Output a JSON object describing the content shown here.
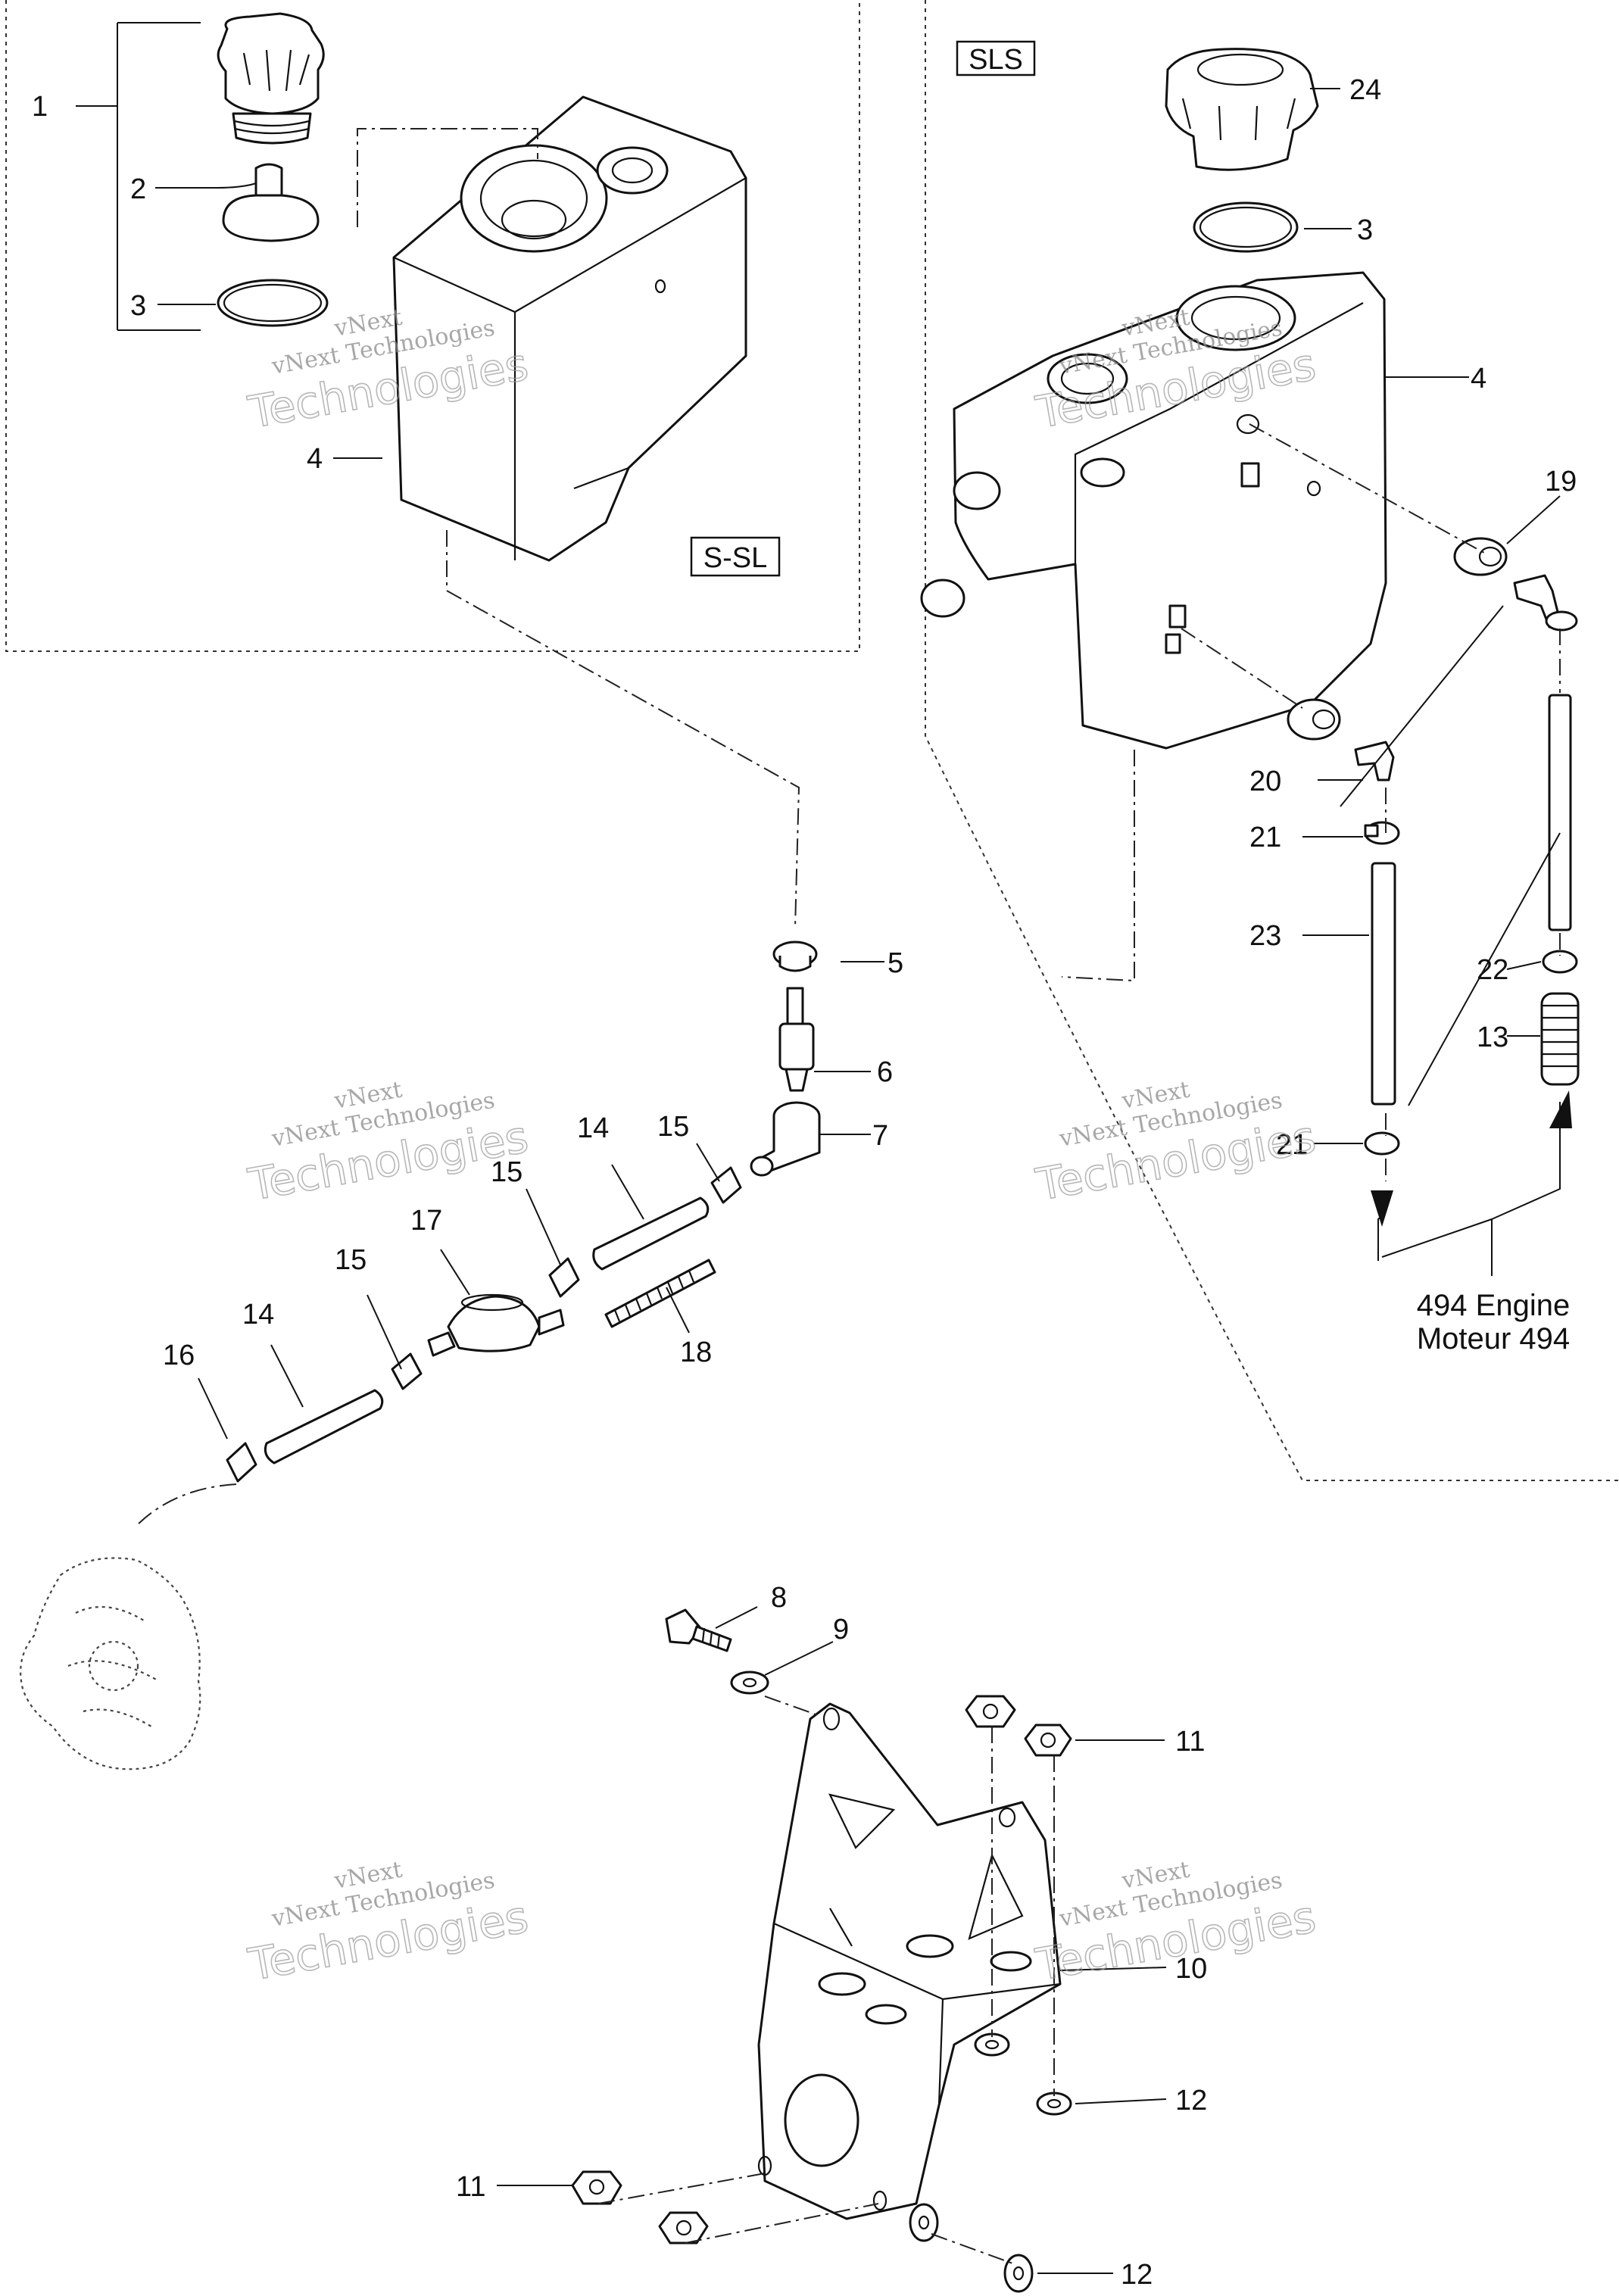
{
  "watermark": {
    "line1": "vNext Technologies",
    "line2": "Technologies",
    "line3": "vNext"
  },
  "variants": {
    "left_box": "S-SL",
    "right_box": "SLS"
  },
  "engine_label": {
    "line1": "494 Engine",
    "line2": "Moteur 494"
  },
  "callouts": {
    "c1": "1",
    "c2": "2",
    "c3a": "3",
    "c4a": "4",
    "c24": "24",
    "c3b": "3",
    "c4b": "4",
    "c19": "19",
    "c20": "20",
    "c21a": "21",
    "c23": "23",
    "c22": "22",
    "c13": "13",
    "c21b": "21",
    "c5": "5",
    "c6": "6",
    "c7": "7",
    "c15a": "15",
    "c14a": "14",
    "c15b": "15",
    "c17": "17",
    "c15c": "15",
    "c14b": "14",
    "c16": "16",
    "c18": "18",
    "c8": "8",
    "c9": "9",
    "c11a": "11",
    "c10": "10",
    "c12a": "12",
    "c11b": "11",
    "c12b": "12"
  }
}
